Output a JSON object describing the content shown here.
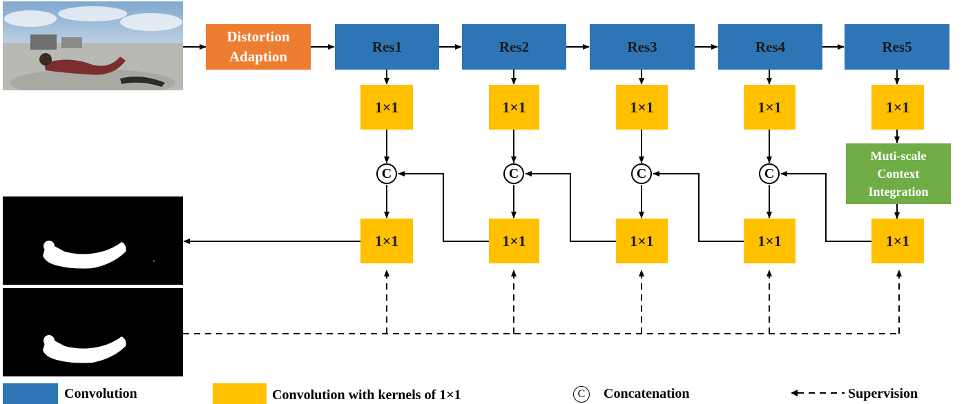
{
  "blocks": {
    "distortion": "Distortion\nAdaption",
    "res": [
      "Res1",
      "Res2",
      "Res3",
      "Res4",
      "Res5"
    ],
    "conv1x1": "1×1",
    "msci": "Muti-scale\nContext\nIntegration",
    "concat_symbol": "C"
  },
  "legend": {
    "convolution": "Convolution",
    "conv1x1": "Convolution with kernels of 1×1",
    "concat_symbol": "C",
    "concatenation": "Concatenation",
    "supervision": "Supervision"
  },
  "colors": {
    "convolution": "#2E75B6",
    "conv1x1": "#FFC000",
    "distortion": "#ED7D31",
    "msci": "#70AD47"
  }
}
